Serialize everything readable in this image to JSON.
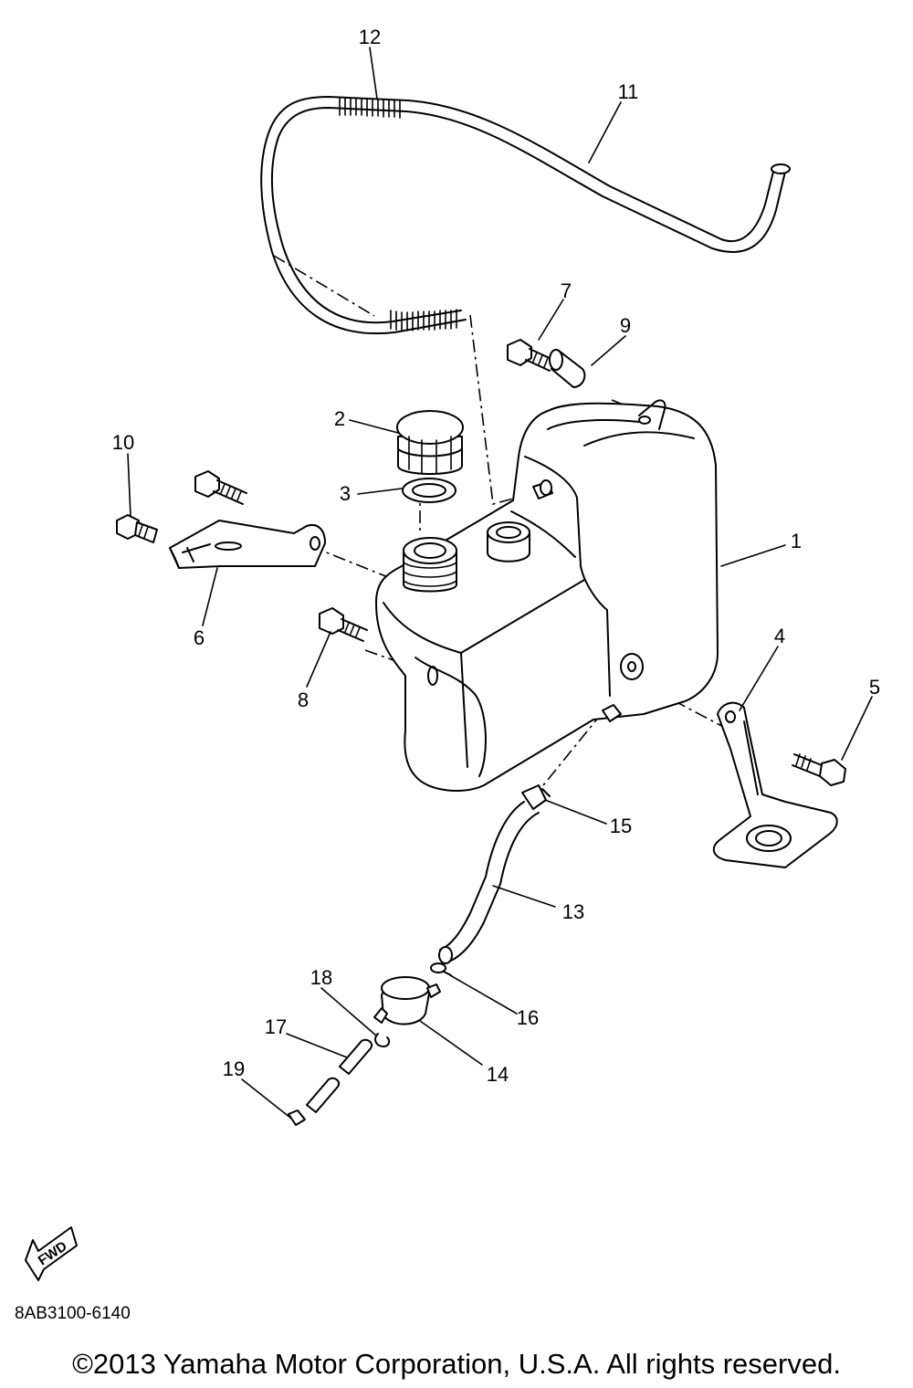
{
  "callouts": {
    "c1": "1",
    "c2": "2",
    "c3": "3",
    "c4": "4",
    "c5": "5",
    "c6": "6",
    "c7": "7",
    "c8": "8",
    "c9": "9",
    "c10": "10",
    "c11": "11",
    "c12": "12",
    "c13": "13",
    "c14": "14",
    "c15": "15",
    "c16": "16",
    "c17": "17",
    "c18": "18",
    "c19": "19"
  },
  "fwd_label": "FWD",
  "diagram_code": "8AB3100-6140",
  "copyright": "©2013 Yamaha Motor Corporation, U.S.A. All rights reserved."
}
